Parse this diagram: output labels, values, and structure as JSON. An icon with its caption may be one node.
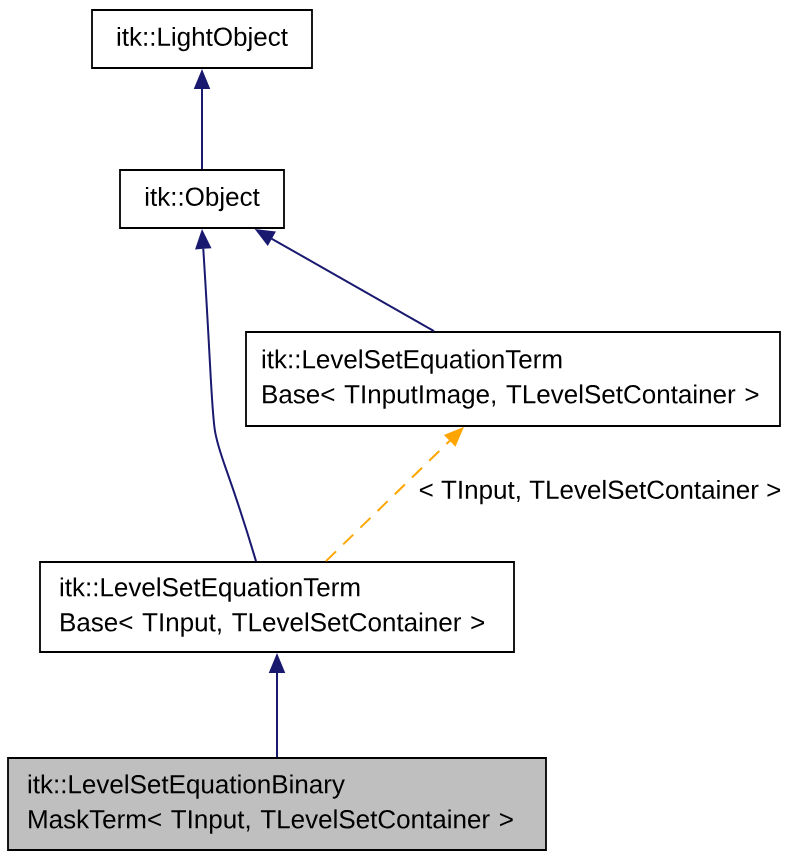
{
  "diagram": {
    "nodes": [
      {
        "text": [
          "itk::LightObject"
        ]
      },
      {
        "text": [
          "itk::Object"
        ]
      },
      {
        "text": [
          "itk::LevelSetEquationTerm Base< TInputImage, TLevelSetContainer >"
        ]
      },
      {
        "text": [
          "itk::LevelSetEquationTerm Base< TInput, TLevelSetContainer >"
        ]
      },
      {
        "text": [
          "itk::LevelSetEquationBinary MaskTerm< TInput, TLevelSetContainer >"
        ]
      }
    ],
    "edges": [
      {
        "from": 1,
        "to": 0,
        "arrow": "to"
      },
      {
        "from": 2,
        "to": 1,
        "arrow": "to"
      },
      {
        "from": 3,
        "to": 1,
        "arrow": "to"
      },
      {
        "from": 3,
        "to": 2,
        "arrow": "to",
        "label": "< TInput, TLevelSetContainer >",
        "style": "dashed",
        "color": "#ffa500"
      },
      {
        "from": 4,
        "to": 3,
        "arrow": "to"
      }
    ]
  }
}
